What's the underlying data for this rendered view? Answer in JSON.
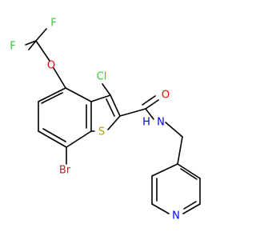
{
  "molecule": {
    "atoms": {
      "f1": {
        "label": "F",
        "color": "#33cc33"
      },
      "f2": {
        "label": "F",
        "color": "#33cc33"
      },
      "o_ether": {
        "label": "O",
        "color": "#ff0000"
      },
      "cl": {
        "label": "Cl",
        "color": "#33cc33"
      },
      "o_carbonyl": {
        "label": "O",
        "color": "#ff0000"
      },
      "s": {
        "label": "S",
        "color": "#b2a300"
      },
      "n_amide": {
        "label": "N",
        "color": "#0000ff"
      },
      "h_amide": {
        "label": "H",
        "color": "#0000ff"
      },
      "br": {
        "label": "Br",
        "color": "#a62929"
      },
      "n_pyridine": {
        "label": "N",
        "color": "#0000ff"
      }
    },
    "bond_color": "#000000"
  }
}
